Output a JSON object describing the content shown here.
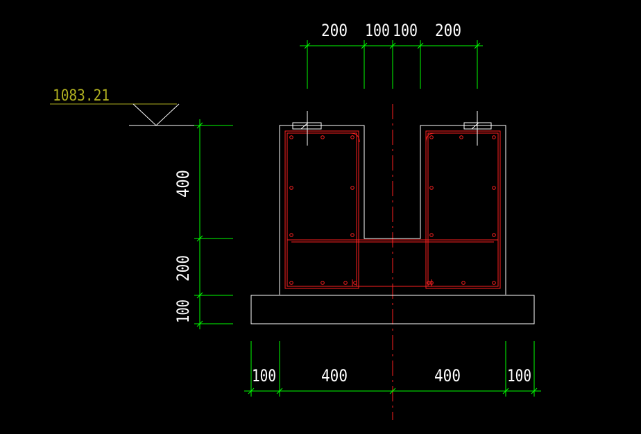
{
  "elevation": {
    "value": "1083.21"
  },
  "dims": {
    "top": [
      "200",
      "100",
      "100",
      "200"
    ],
    "left": [
      "400",
      "200",
      "100"
    ],
    "bottom": [
      "100",
      "400",
      "400",
      "100"
    ]
  },
  "colors": {
    "background": "#000000",
    "outline": "#ffffff",
    "dimension": "#00ff00",
    "dimension_text": "#ffffff",
    "rebar": "#ff2020",
    "centerline": "#ff2020",
    "elevation": "#b0b020"
  }
}
